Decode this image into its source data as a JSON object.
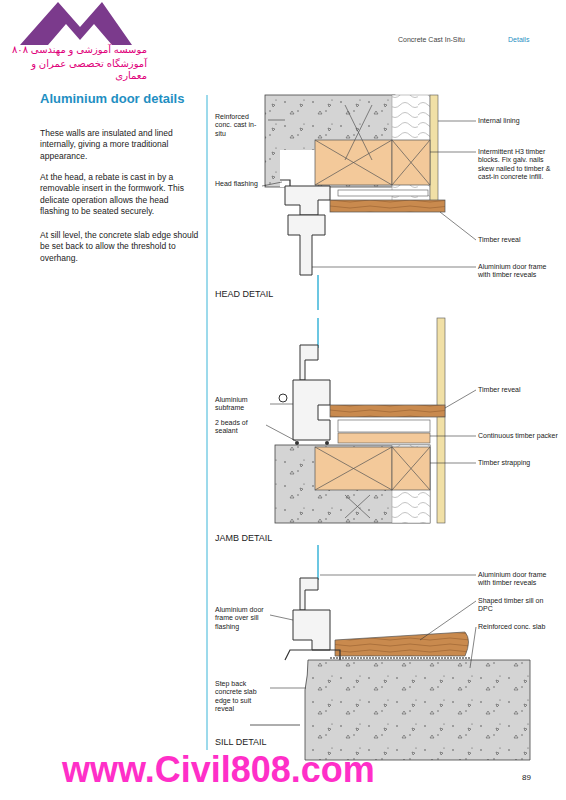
{
  "diagram": {
    "title": "Aluminium door details",
    "labels": [
      "موسسه آموزشی و مهندسی ۸۰۸",
      "آموزشگاه تخصصی عمران و معماری",
      "Concrete Cast In-Situ",
      "Details",
      "These walls are insulated and lined internally, giving a more traditional appearance.",
      "At the head, a rebate is cast in by a removable insert in the formwork. This delicate operation allows the head flashing to be seated securely.",
      "At sill level, the concrete slab edge should be set back to allow the threshold to overhang.",
      "Reinforced conc. cast in-situ",
      "Internal lining",
      "Intermittent H3 timber blocks. Fix galv. nails skew nailed to timber & cast-in concrete infill.",
      "Head flashing",
      "Timber reveal",
      "Aluminium door frame with timber reveals",
      "HEAD DETAIL",
      "Timber reveal",
      "Aluminium subframe",
      "2 beads of sealant",
      "Continuous timber packer",
      "Timber strapping",
      "JAMB DETAIL",
      "Aluminium door frame with timber reveals",
      "Shaped timber sill on DPC",
      "Reinforced conc. slab",
      "Aluminium door frame over sill flashing",
      "Step back concrete slab edge to suit reveal",
      "SILL DETAIL",
      "www.Civil808.com",
      "89"
    ]
  }
}
